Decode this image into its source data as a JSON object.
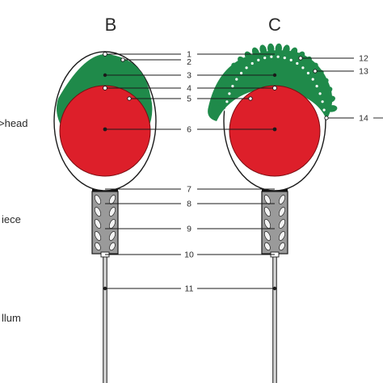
{
  "panels": [
    {
      "id": "B",
      "label": "B"
    },
    {
      "id": "C",
      "label": "C"
    }
  ],
  "side_labels": {
    "head": ">head",
    "midpiece": "iece",
    "flagellum": "llum"
  },
  "callouts": [
    "1",
    "2",
    "3",
    "4",
    "5",
    "6",
    "7",
    "8",
    "9",
    "10",
    "11",
    "12",
    "13",
    "14"
  ],
  "colors": {
    "nucleus": "#dd1f2a",
    "acrosome": "#1f8a4a",
    "midpiece": "#9a9a9a",
    "outline": "#1a1a1a"
  }
}
